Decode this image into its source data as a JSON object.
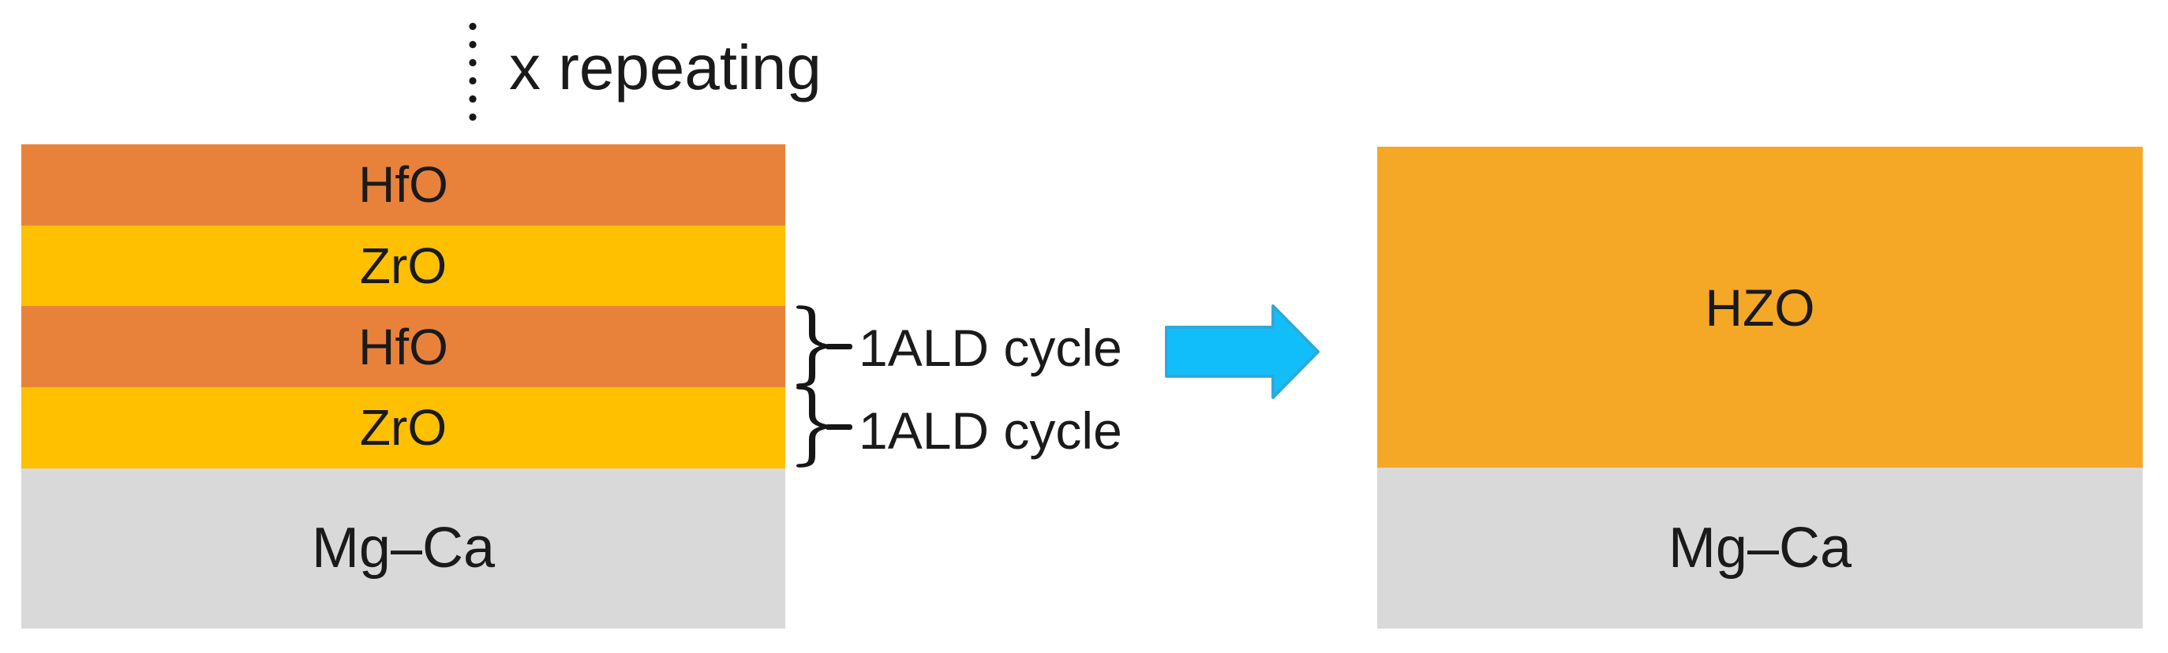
{
  "figure": {
    "repeat_note": "x repeating",
    "left_stack": {
      "layers": [
        {
          "label": "HfO",
          "color": "#E8823B"
        },
        {
          "label": "ZrO",
          "color": "#FFC000"
        },
        {
          "label": "HfO",
          "color": "#E8823B"
        },
        {
          "label": "ZrO",
          "color": "#FFC000"
        }
      ],
      "substrate": {
        "label": "Mg–Ca",
        "color": "#D9D9D9"
      }
    },
    "annotations": [
      {
        "label": "1ALD cycle"
      },
      {
        "label": "1ALD cycle"
      }
    ],
    "arrow": {
      "direction": "right",
      "fill": "#12BEFA",
      "border": "#2EA9DB"
    },
    "right_stack": {
      "film": {
        "label": "HZO",
        "color": "#F5A826"
      },
      "substrate": {
        "label": "Mg–Ca",
        "color": "#D9D9D9"
      }
    },
    "text_color": "#1a1a1a"
  }
}
